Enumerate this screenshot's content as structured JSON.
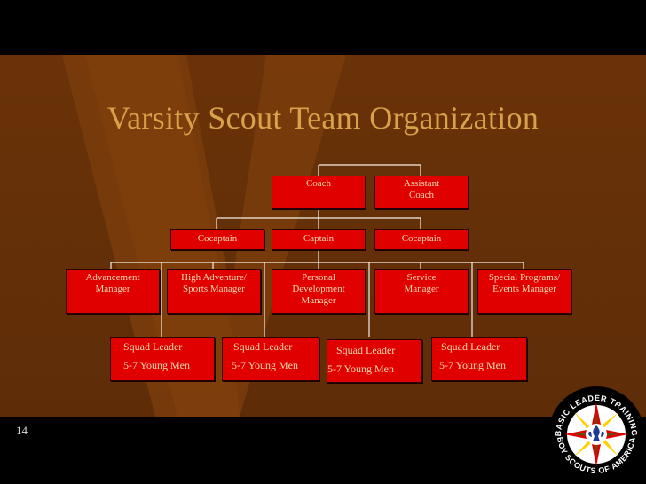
{
  "title": "Varsity Scout Team Organization",
  "page_number": "14",
  "row1": {
    "coach": [
      "Coach"
    ],
    "assistant_coach": [
      "Assistant",
      "Coach"
    ]
  },
  "row2": {
    "cocaptain_left": [
      "Cocaptain"
    ],
    "captain": [
      "Captain"
    ],
    "cocaptain_right": [
      "Cocaptain"
    ]
  },
  "managers": [
    [
      "Advancement",
      "Manager"
    ],
    [
      "High Adventure/",
      "Sports Manager"
    ],
    [
      "Personal",
      "Development",
      "Manager"
    ],
    [
      "Service",
      "Manager"
    ],
    [
      "Special Programs/",
      "Events Manager"
    ]
  ],
  "squads": [
    {
      "leader": "Squad Leader",
      "members": "5-7 Young Men"
    },
    {
      "leader": "Squad Leader",
      "members": "5-7 Young Men"
    },
    {
      "leader": "Squad Leader",
      "members": "5-7 Young Men"
    },
    {
      "leader": "Squad Leader",
      "members": "5-7 Young Men"
    }
  ],
  "logo": {
    "ring_text_top": "BASIC LEADER TRAINING",
    "ring_text_bottom": "BOY SCOUTS OF AMERICA",
    "icon": "bsa-fleur-de-lis-icon"
  }
}
